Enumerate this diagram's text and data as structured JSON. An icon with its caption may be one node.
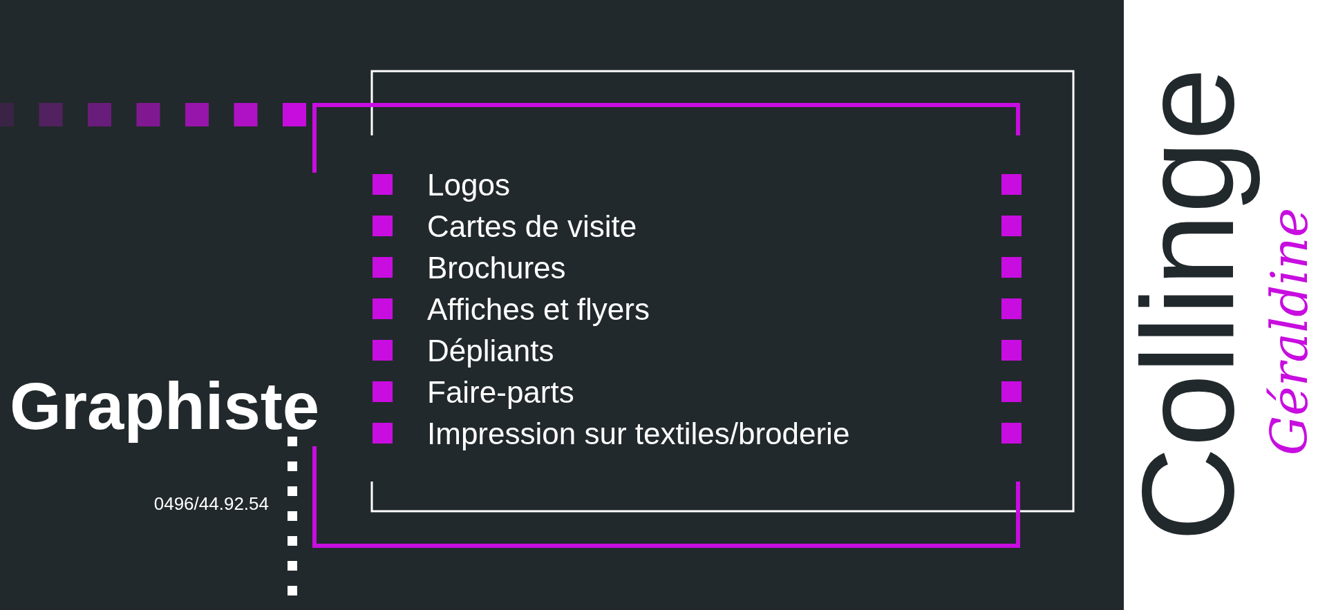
{
  "diagram": {
    "labels": [
      "Logos",
      "Cartes de visite",
      "Brochures",
      "Affiches et flyers",
      "Dépliants",
      "Faire-parts",
      "Impression sur textiles/broderie",
      "Graphiste",
      "0496/44.92.54",
      "Collinge",
      "Géraldine"
    ]
  }
}
